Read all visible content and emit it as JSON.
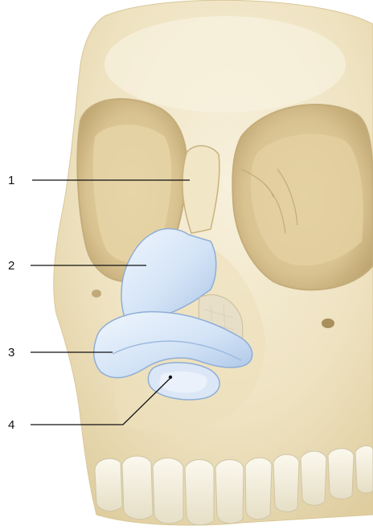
{
  "colors": {
    "bone_light": "#f4ecd4",
    "bone_mid": "#e9dbb3",
    "bone_shadow": "#cdb98a",
    "bone_dark": "#b49c6a",
    "cartilage_light": "#e6f0fb",
    "cartilage_mid": "#bcd3ee",
    "cartilage_edge": "#8faed6",
    "tooth": "#f5f1e2",
    "callout_line": "#111111"
  },
  "callouts": [
    {
      "number": "1",
      "target": "nasal-bone"
    },
    {
      "number": "2",
      "target": "upper-lateral-cartilage"
    },
    {
      "number": "3",
      "target": "lower-lateral-cartilage"
    },
    {
      "number": "4",
      "target": "nostril-opening"
    }
  ]
}
